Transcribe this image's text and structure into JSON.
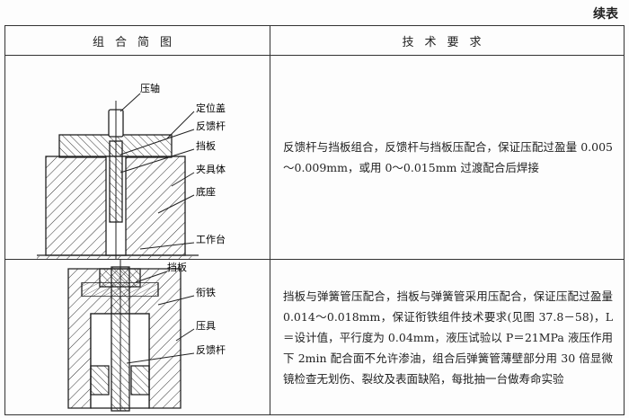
{
  "continued_label": "续表",
  "headers": {
    "diagram": "组合简图",
    "requirements": "技术要求"
  },
  "rows": [
    {
      "labels": [
        "压轴",
        "定位盖",
        "反馈杆",
        "挡板",
        "夹具体",
        "底座",
        "工作台"
      ],
      "requirement": "反馈杆与挡板组合，反馈杆与挡板压配合，保证压配过盈量 0.005～0.009mm，或用 0～0.015mm 过渡配合后焊接"
    },
    {
      "labels": [
        "挡板",
        "衔铁",
        "压具",
        "反馈杆"
      ],
      "requirement": "挡板与弹簧管压配合，挡板与弹簧管采用压配合，保证压配过盈量 0.014～0.018mm，保证衔铁组件技术要求(见图 37.8－58)，L＝设计值，平行度为 0.04mm，液压试验以 P＝21MPa 液压作用下 2min 配合面不允许渗油，组合后弹簧管薄壁部分用 30 倍显微镜检查无划伤、裂纹及表面缺陷，每批抽一台做寿命实验"
    }
  ]
}
